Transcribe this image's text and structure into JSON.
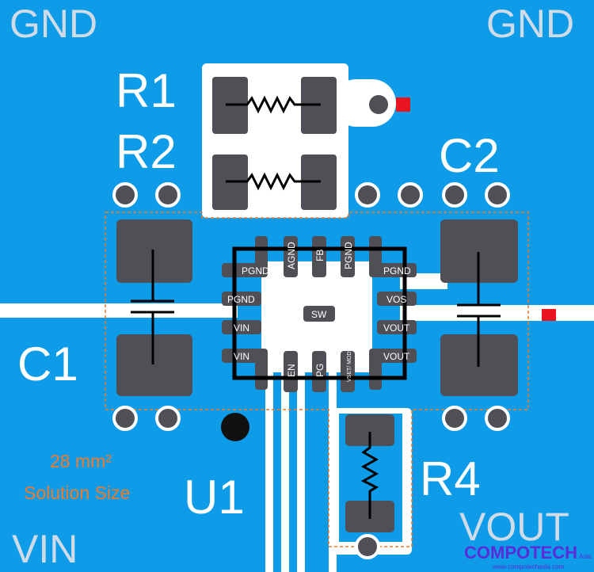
{
  "nets": {
    "gnd_left": "GND",
    "gnd_right": "GND",
    "vin": "VIN",
    "vout": "VOUT"
  },
  "components": {
    "r1": "R1",
    "r2": "R2",
    "c1": "C1",
    "c2": "C2",
    "u1": "U1",
    "r4": "R4"
  },
  "solution": {
    "area": "28 mm²",
    "label": "Solution Size"
  },
  "ic_pins": {
    "left": [
      "PGND",
      "PGND",
      "VIN",
      "VIN"
    ],
    "right": [
      "PGND",
      "VOS",
      "VOUT",
      "VOUT"
    ],
    "top": [
      "AGND",
      "FB",
      "PGND"
    ],
    "bottom": [
      "EN",
      "PG",
      "VSET/ MODE"
    ],
    "center": "SW"
  },
  "watermark": {
    "brand": "COMPOTECH",
    "suffix": "Asia",
    "url": "www.compotechasia.com"
  },
  "colors": {
    "board": "#0e9ce8",
    "pad": "#4f4f55",
    "trace": "#ffffff",
    "outline": "#ef7a2a",
    "marker": "#e8141e"
  }
}
